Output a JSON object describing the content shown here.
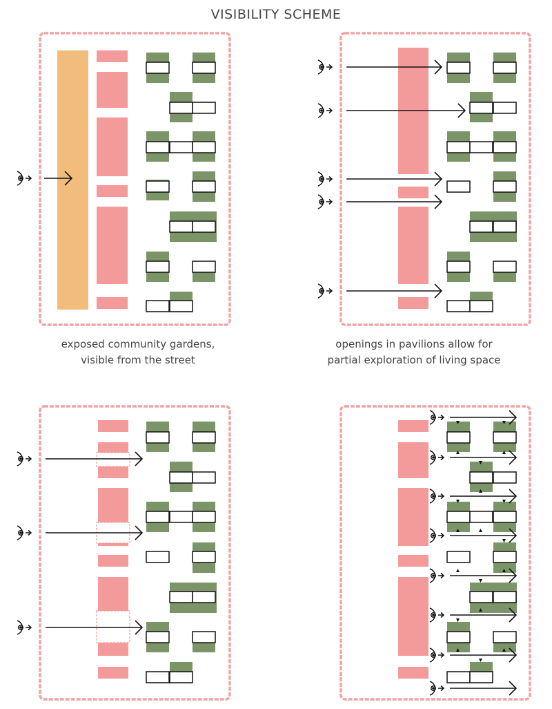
{
  "title": "VISIBILITY SCHEME",
  "captions": {
    "panel1": [
      "exposed community gardens,",
      "visible from the street"
    ],
    "panel2": [
      "openings in pavilions allow for",
      "partial exploration of living space"
    ]
  },
  "colors": {
    "boundary": "#f2a3a3",
    "wall": "#f39a9a",
    "garden_band": "#f2bd7c",
    "green_space": "#7c9568",
    "pavilion_outline": "#111111",
    "arrow": "#111111"
  },
  "icons": {
    "viewer": "eye-icon",
    "direction": "arrow-right-icon"
  }
}
